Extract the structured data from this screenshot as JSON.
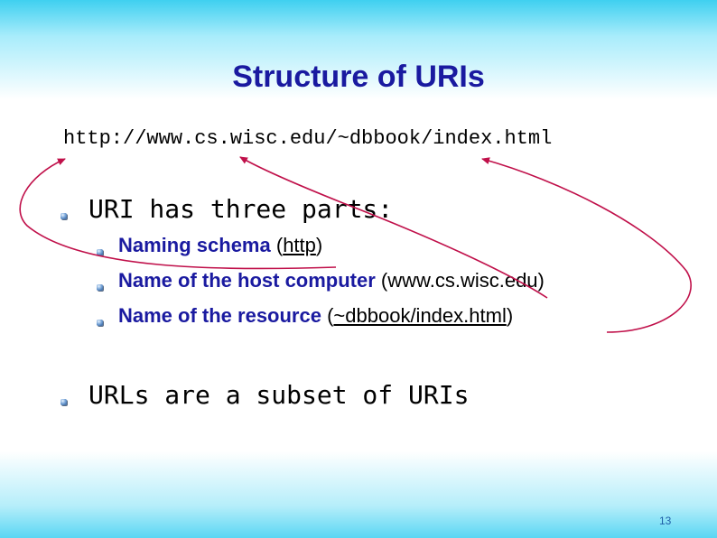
{
  "slide": {
    "title": "Structure of URIs",
    "url": "http://www.cs.wisc.edu/~dbbook/index.html",
    "bullets": [
      {
        "text": "URI has three parts:",
        "sub": [
          {
            "bold": "Naming schema",
            "detail": "http",
            "pre": " (",
            "post": ")"
          },
          {
            "bold": "Name of the host computer",
            "detail": "www.cs.wisc.edu",
            "pre": " (",
            "post": ")"
          },
          {
            "bold": "Name of the resource",
            "detail": "~dbbook/index.html",
            "pre": " (",
            "post": ")"
          }
        ]
      },
      {
        "text": "URLs are a subset of URIs"
      }
    ],
    "page_number": "13"
  },
  "colors": {
    "title": "#1a1aa0",
    "bold_text": "#1a1aa0",
    "arrow": "#c0104a",
    "page_number": "#1f5fa8"
  }
}
